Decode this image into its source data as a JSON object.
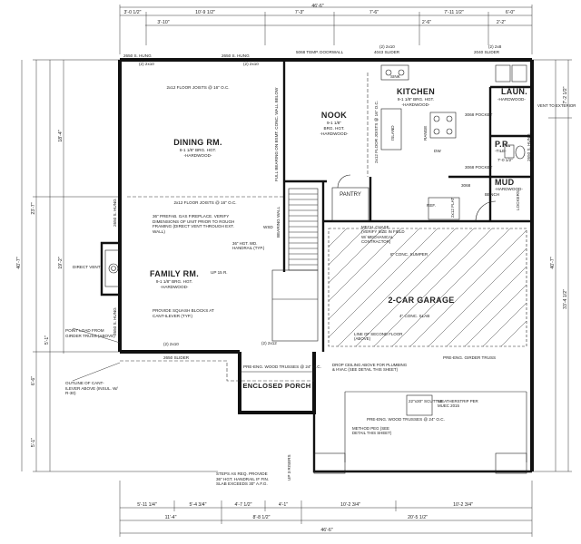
{
  "rooms": {
    "dining": {
      "name": "DINING RM.",
      "desc1": "8-1 1/8\" BRG. HGT.",
      "desc2": "-HARDWOOD-"
    },
    "family": {
      "name": "FAMILY RM.",
      "desc1": "9-1 1/8\" BRG. HGT.",
      "desc2": "-HARDWOOD-"
    },
    "nook": {
      "name": "NOOK",
      "desc1": "9-1 1/8\"",
      "desc2": "BRG. HGT.",
      "desc3": "-HARDWOOD-"
    },
    "kitchen": {
      "name": "KITCHEN",
      "desc1": "9-1 1/8\" BRG. HGT.",
      "desc2": "-HARDWOOD-"
    },
    "laun": {
      "name": "LAUN.",
      "desc": "-HARDWOOD-"
    },
    "pr": {
      "name": "P.R.",
      "desc": "-TILE-"
    },
    "mud": {
      "name": "MUD",
      "desc": "-HARDWOOD-"
    },
    "garage": {
      "name": "2-CAR GARAGE"
    },
    "porch": {
      "name": "ENCLOSED PORCH"
    },
    "pantry": {
      "name": "PANTRY"
    }
  },
  "top_dims": {
    "overall": "46'-6\"",
    "segments": [
      "3'-0 1/2\"",
      "10'-9 1/2\"",
      "7'-3\"",
      "7'-6\"",
      "7'-11 1/2\"",
      "6'-0\""
    ],
    "sub": [
      "3'-10\"",
      "2'-6\"",
      "2'-2\""
    ]
  },
  "bottom_dims": {
    "overall": "46'-6\"",
    "row1": [
      "5'-11 1/4\"",
      "5'-4 3/4\"",
      "4'-7 1/2\"",
      "4'-1\"",
      "10'-2 3/4\"",
      "10'-2 3/4\""
    ],
    "row2": [
      "11'-4\"",
      "8'-8 1/2\"",
      "20'-5 1/2\""
    ]
  },
  "left_dims": [
    "18'-4\"",
    "23'-7\"",
    "19'-2\"",
    "5'-1\"",
    "6'-6\"",
    "5'-1\""
  ],
  "left_total": "40'-7\"",
  "right_dims": [
    "7'-2 1/2\"",
    "40'-7\"",
    "33'-4 1/2\""
  ],
  "windows": {
    "w1": "2650 S. HUNG",
    "w2": "2650 S. HUNG",
    "w3": "5068 TEMP. DOORWALL",
    "w4": "4043 SLIDER",
    "w5": "2040 SLIDER",
    "w6": "2650 S. HUNG",
    "w7": "2650 S. HUNG",
    "w8": "2650 SLIDER",
    "w9": "2650 S. HUNG"
  },
  "headers": {
    "h1": "(2) 2x10",
    "h2": "(2) 2x10",
    "h3": "(2) 2x10",
    "h4": "(2) 2x12",
    "h5": "(2) 2x10",
    "h6": "(2) 2x8"
  },
  "notes": {
    "joists_dining": "2x12 FLOOR JOISTS @ 16\" O.C.",
    "joists_family": "2x12 FLOOR JOISTS @ 16\" O.C.",
    "joists_kitchen": "2x12 FLOOR JOISTS @ 16\" O.C.",
    "fireplace": "36\" PREFAB. GAS FIREPLACE. VERIFY DIMENSIONS OF UNIT PRIOR TO ROUGH FRAMING (DIRECT VENT THROUGH EXT. WALL)",
    "direct_vent": "DIRECT VENT",
    "squash": "PROVIDE SQUASH BLOCKS AT CANT-ILEVER (TYP.)",
    "point_load": "POINT LOAD FROM GIRDER TRUSS (ABOVE)",
    "outline": "OUTLINE OF CANT-ILEVER ABOVE (INSUL. W/ R-30)",
    "steps": "STEPS AS REQ. PROVIDE 36\" HGT. HANDRAIL IF FIN. SLAB EXCEEDS 30\" A.F.G.",
    "mech": "MECH. CHASE (VERIFY SIZE IN FIELD W/ MECHANICAL CONTRACTOR)",
    "sumper": "8\" CONC. SUMPER",
    "second_floor": "LINE OF SECOND FLOOR (ABOVE)",
    "drop_ceiling": "DROP CEILING ABOVE FOR PLUMBING & HVAC (SEE DETAIL THIS SHEET)",
    "girder": "PRE-ENG. GIRDER TRUSS",
    "trusses1": "PRE-ENG. WOOD TRUSSES @ 24\" O.C.",
    "trusses2": "PRE-ENG. WOOD TRUSSES @ 24\" O.C.",
    "scuttle": "22\"x30\" SCUTTLE",
    "weatherstrip": "WEATHERSTRIP PER MUEC 2015",
    "method": "METHOD PEG (SEE DETAIL THIS SHEET)",
    "vent": "VENT TO EXTERIOR",
    "bearing": "FULL BEARING ON BSMT. CONC. WALL BELOW",
    "bearing_wall": "BEARING WALL",
    "handrail": "36\" HGT. WD. HANDRAIL (TYP.)",
    "wsd": "WSD",
    "up": "UP 15 R.",
    "up_risers": "UP 3 RISERS",
    "ref": "REF.",
    "sink": "SINK",
    "island": "ISLAND",
    "range": "RANGE",
    "dw": "DW",
    "pocket1": "3068 POCKET",
    "pocket2": "3068 POCKET",
    "lockers": "LOCKERS",
    "bench": "BENCH",
    "door_size": "3068",
    "flat": "2x12 FLAT",
    "hgt": "7'-0 1/2\"",
    "slab": "4\" CONC. SLAB"
  }
}
